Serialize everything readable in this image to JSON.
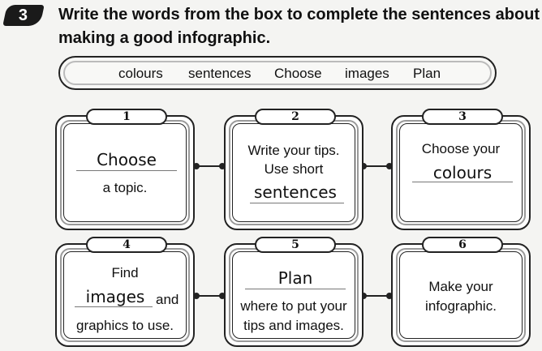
{
  "exercise": {
    "number": "3",
    "instruction_line1": "Write the words from the box to complete the sentences about",
    "instruction_line2": "making a good infographic."
  },
  "word_box": [
    "colours",
    "sentences",
    "Choose",
    "images",
    "Plan"
  ],
  "cards": [
    {
      "number": "1",
      "answer": "Choose",
      "after": "a topic."
    },
    {
      "number": "2",
      "line1": "Write your tips.",
      "line2": "Use short",
      "answer": "sentences"
    },
    {
      "number": "3",
      "line1": "Choose your",
      "answer": "colours"
    },
    {
      "number": "4",
      "line1": "Find",
      "answer": "images",
      "answer_suffix": "and",
      "line3": "graphics to use."
    },
    {
      "number": "5",
      "answer": "Plan",
      "line2": "where to put your",
      "line3": "tips and images."
    },
    {
      "number": "6",
      "line1": "Make your",
      "line2": "infographic."
    }
  ]
}
